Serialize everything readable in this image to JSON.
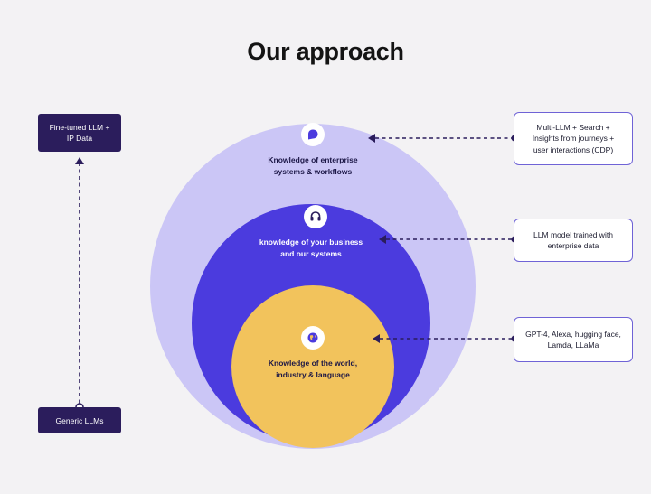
{
  "title": "Our approach",
  "colors": {
    "outer_circle": "#cbc6f6",
    "middle_circle": "#4b3bde",
    "inner_circle": "#f2c35c",
    "dark_box": "#2b1d5c",
    "connector": "#2b1d5c"
  },
  "circles": {
    "outer": {
      "label_line1": "Knowledge of enterprise",
      "label_line2": "systems & workflows",
      "icon": "chat-bubble-icon"
    },
    "middle": {
      "label_line1": "knowledge of your business",
      "label_line2": "and our systems",
      "icon": "headset-icon"
    },
    "inner": {
      "label_line1": "Knowledge of the world,",
      "label_line2": "industry & language",
      "icon": "globe-icon"
    }
  },
  "left": {
    "top_box_line1": "Fine-tuned LLM +",
    "top_box_line2": "IP Data",
    "bottom_box": "Generic LLMs"
  },
  "right": {
    "box1_line1": "Multi-LLM + Search +",
    "box1_line2": "Insights from journeys +",
    "box1_line3": "user interactions (CDP)",
    "box2_line1": "LLM model trained with",
    "box2_line2": "enterprise data",
    "box3_line1": "GPT-4, Alexa, hugging face,",
    "box3_line2": "Lamda, LLaMa"
  }
}
